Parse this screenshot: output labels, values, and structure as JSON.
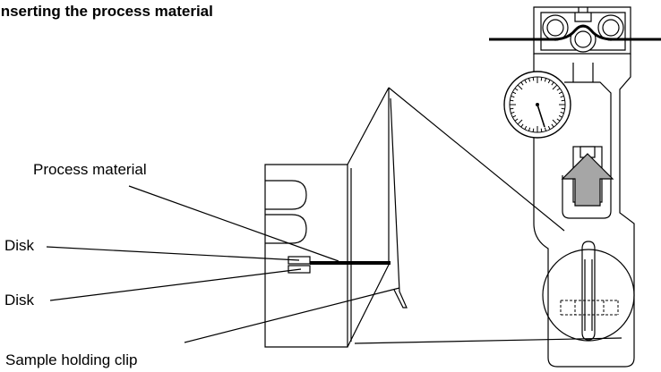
{
  "title": "Inserting the process material",
  "labels": {
    "process_material": "Process material",
    "disk_upper": "Disk",
    "disk_lower": "Disk",
    "sample_holding_clip": "Sample holding clip"
  },
  "colors": {
    "line": "#000000",
    "arrow_fill": "#a6a6a6",
    "background": "#ffffff"
  },
  "icons": {
    "gauge": "dial-gauge-icon",
    "arrow": "up-arrow-icon"
  }
}
